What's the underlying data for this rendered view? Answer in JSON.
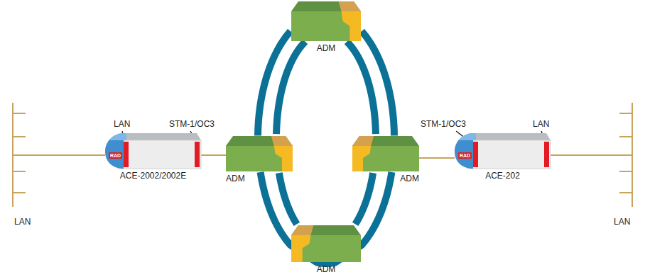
{
  "diagram": {
    "nodes": [
      {
        "text": [
          "ADM"
        ]
      },
      {
        "text": [
          "ACE-2002/2002E"
        ]
      },
      {
        "text": [
          "ADM"
        ]
      },
      {
        "text": [
          "ADM"
        ]
      },
      {
        "text": [
          "ACE-202"
        ]
      },
      {
        "text": [
          "ADM"
        ]
      }
    ],
    "edges": [
      {
        "from": 1,
        "to": 2,
        "arrow": "none"
      },
      {
        "from": 2,
        "to": 0,
        "arrow": "none"
      },
      {
        "from": 2,
        "to": 5,
        "arrow": "none"
      },
      {
        "from": 0,
        "to": 3,
        "arrow": "none"
      },
      {
        "from": 5,
        "to": 3,
        "arrow": "none"
      },
      {
        "from": 3,
        "to": 4,
        "arrow": "none"
      }
    ],
    "labels": [
      "LAN",
      "STM-1/OC3",
      "STM-1/OC3",
      "LAN",
      "RAD",
      "RAD",
      "LAN",
      "LAN"
    ]
  }
}
